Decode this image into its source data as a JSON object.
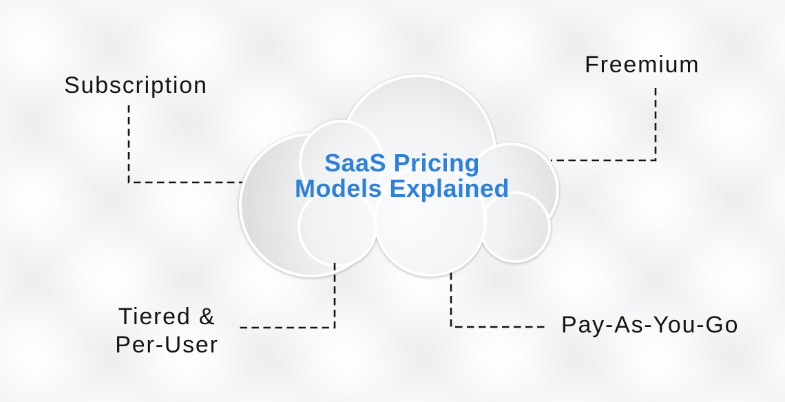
{
  "diagram": {
    "center": {
      "shape": "cloud",
      "title_line1": "SaaS Pricing",
      "title_line2": "Models Explained",
      "title_color": "#2e80d8"
    },
    "nodes": {
      "subscription": {
        "label": "Subscription",
        "position": "top-left"
      },
      "freemium": {
        "label": "Freemium",
        "position": "top-right"
      },
      "tiered_per_user": {
        "label_line1": "Tiered &",
        "label_line2": "Per-User",
        "position": "bottom-left"
      },
      "pay_as_you_go": {
        "label": "Pay-As-You-Go",
        "position": "bottom-right"
      }
    },
    "connector_style": "dashed",
    "colors": {
      "label_text": "#141414",
      "connector": "#141414",
      "cloud_edge": "#d8dadc",
      "cloud_center": "#fbfcfd",
      "background": "#fdfdfe"
    }
  }
}
